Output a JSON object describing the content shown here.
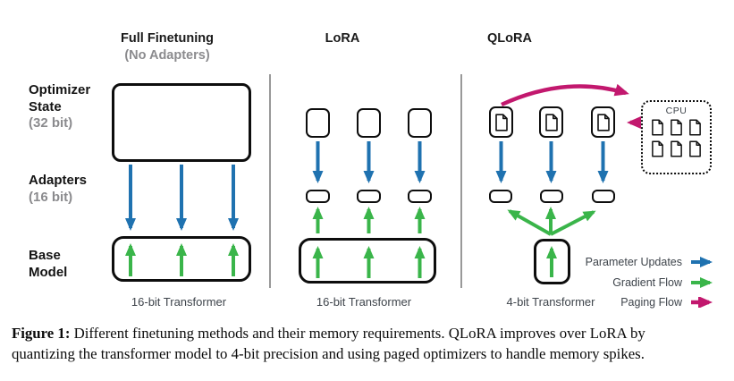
{
  "figure": {
    "columns": [
      {
        "title": "Full Finetuning",
        "subtitle": "(No Adapters)",
        "footer": "16-bit Transformer"
      },
      {
        "title": "LoRA",
        "subtitle": "",
        "footer": "16-bit Transformer"
      },
      {
        "title": "QLoRA",
        "subtitle": "",
        "footer": "4-bit Transformer"
      }
    ],
    "row_labels": [
      {
        "line1": "Optimizer",
        "line2": "State",
        "sub": "(32 bit)"
      },
      {
        "line1": "Adapters",
        "line2": "",
        "sub": "(16 bit)"
      },
      {
        "line1": "Base",
        "line2": "Model",
        "sub": ""
      }
    ],
    "cpu": {
      "label": "CPU"
    },
    "legend": [
      {
        "label": "Parameter Updates",
        "color": "#1f72b0"
      },
      {
        "label": "Gradient Flow",
        "color": "#3ab54a"
      },
      {
        "label": "Paging Flow",
        "color": "#c2186e"
      }
    ]
  },
  "colors": {
    "blue": "#1f72b0",
    "green": "#3ab54a",
    "magenta": "#c2186e",
    "title": "#1a1a1a",
    "gray": "#8b8b8e",
    "slate": "#3e444b",
    "line": "#555555"
  },
  "caption": {
    "label": "Figure 1:",
    "line1": "Different finetuning methods and their memory requirements. QLoRA improves over LoRA by",
    "line2": "quantizing the transformer model to 4-bit precision and using paged optimizers to handle memory spikes."
  }
}
